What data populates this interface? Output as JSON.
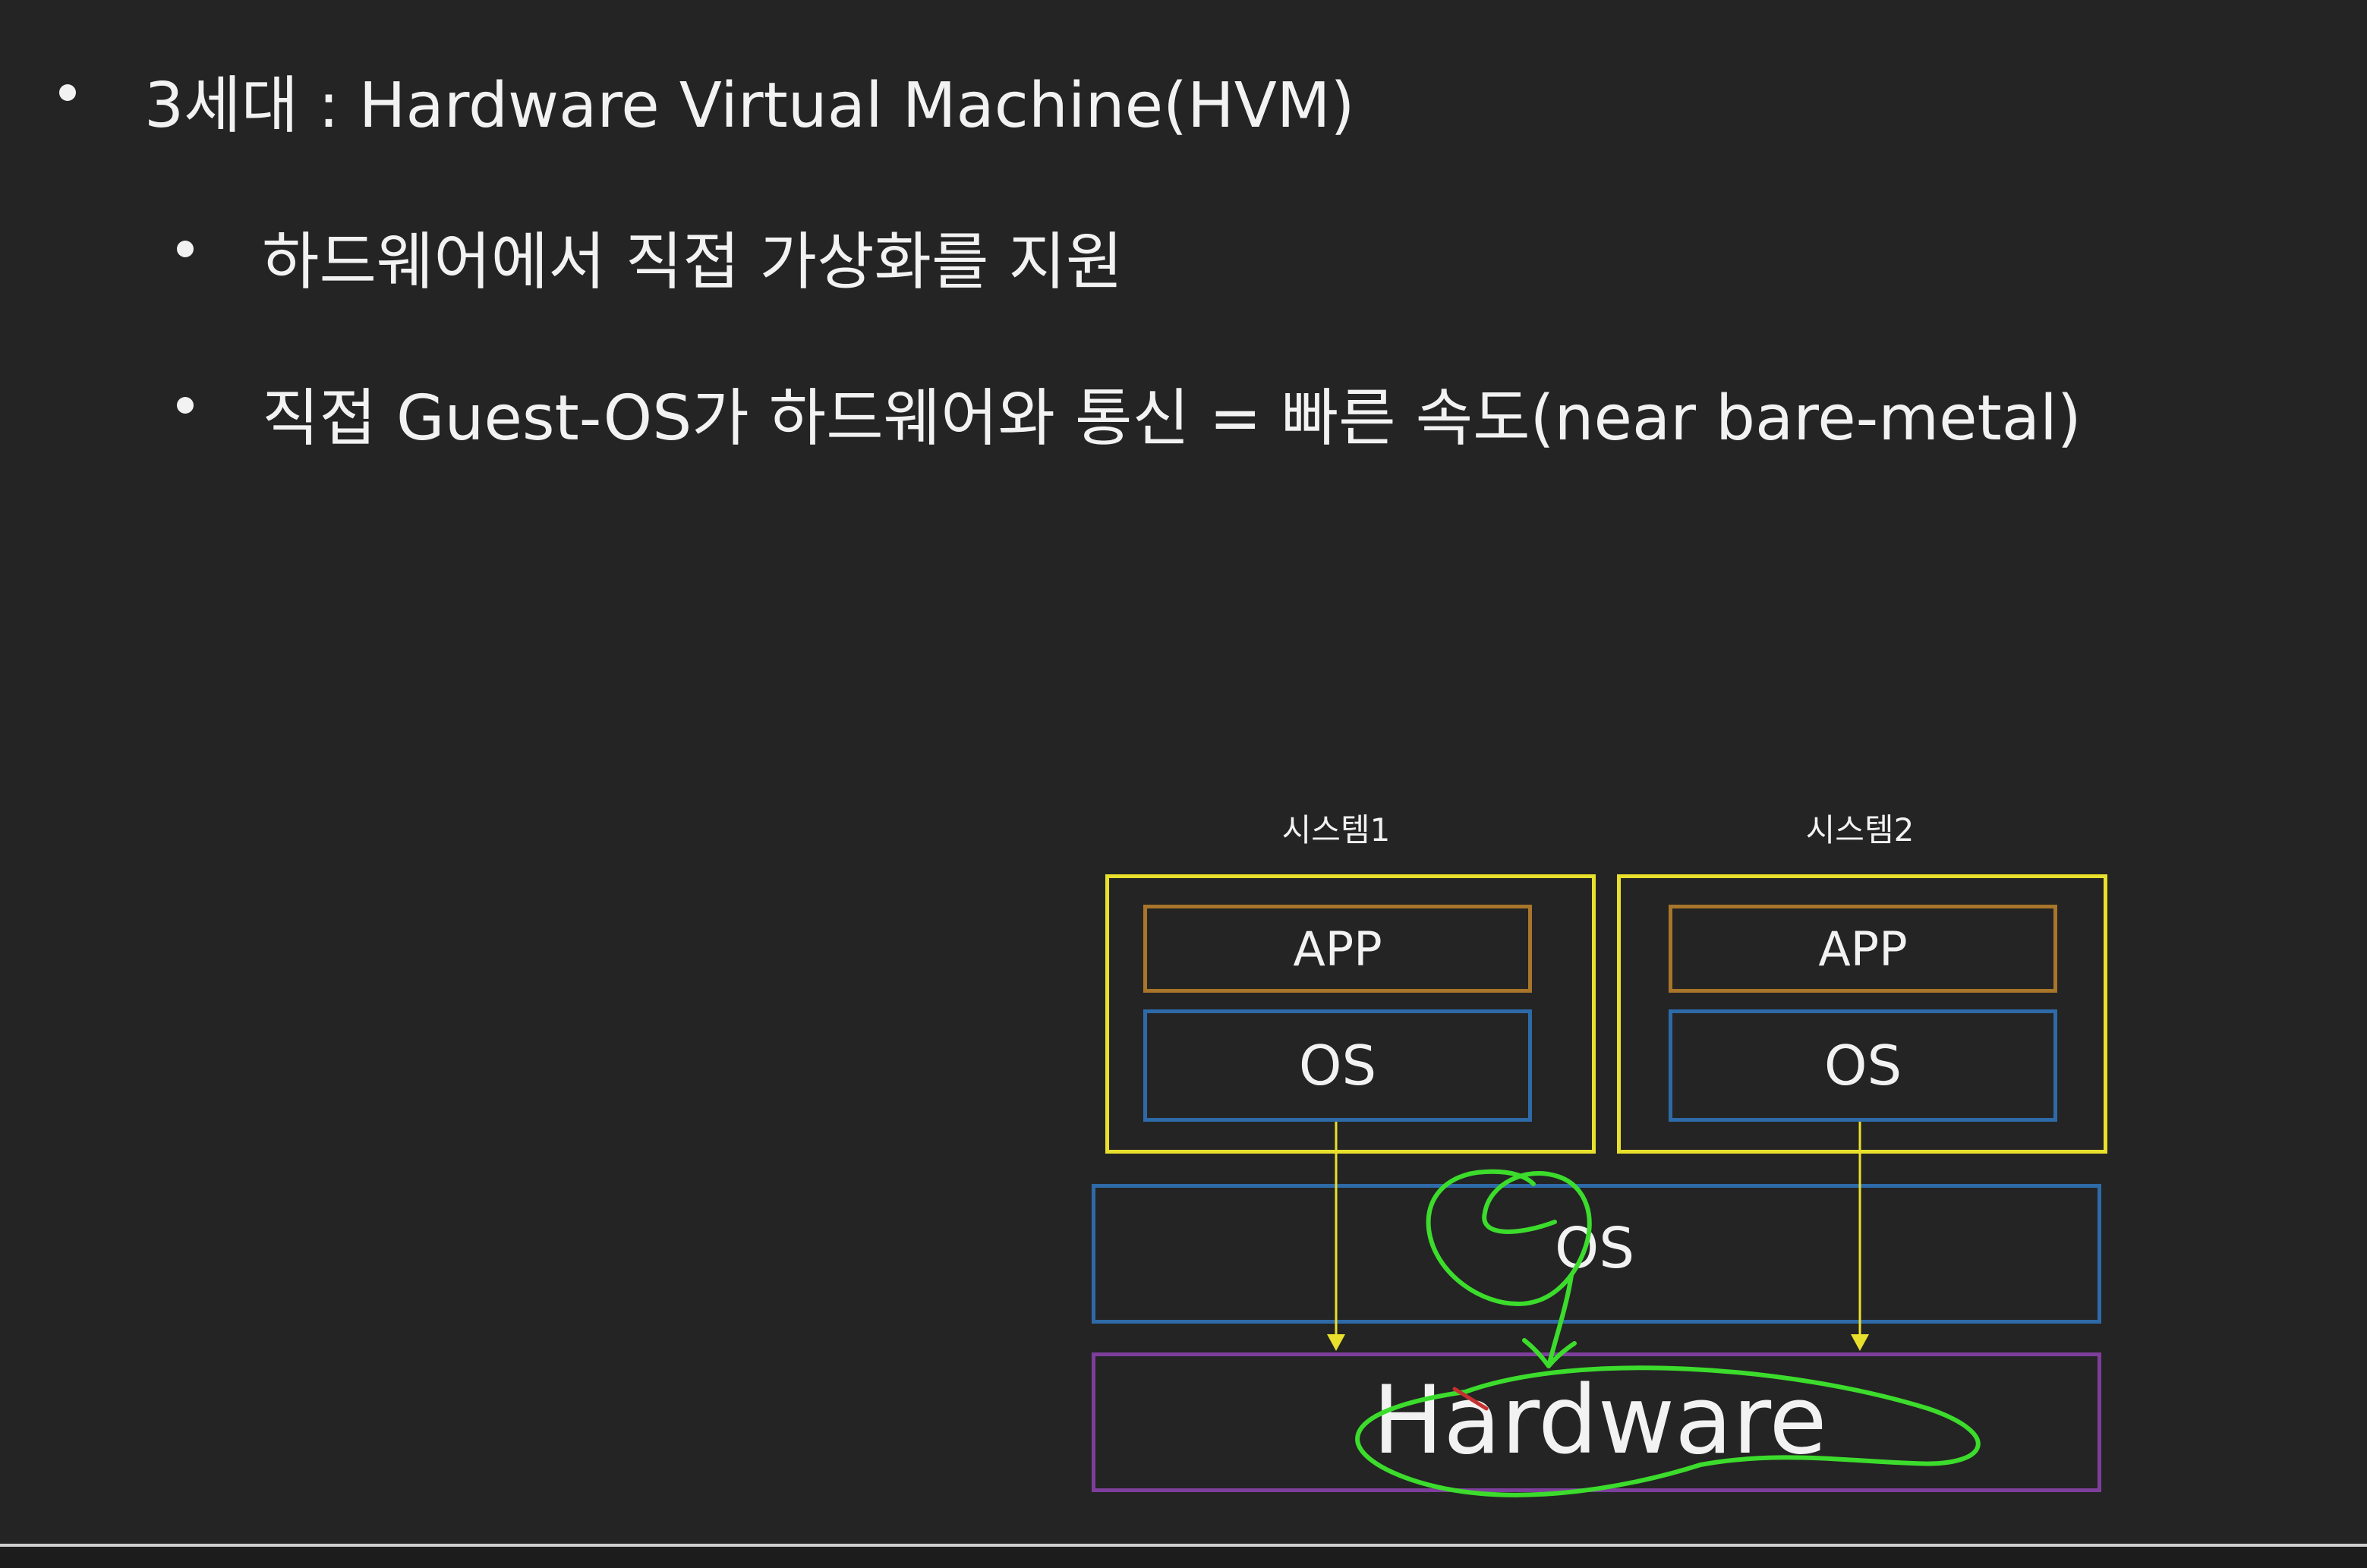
{
  "bullets": [
    {
      "text": "3세대 : Hardware Virtual Machine(HVM)"
    },
    {
      "text": "하드웨어에서 직접 가상화를 지원"
    },
    {
      "text": "직접 Guest-OS가 하드웨어와 통신 = 빠른 속도(near bare-metal)"
    }
  ],
  "diagram": {
    "system1": {
      "label": "시스템1",
      "app": "APP",
      "os": "OS"
    },
    "system2": {
      "label": "시스템2",
      "app": "APP",
      "os": "OS"
    },
    "host_os": "OS",
    "hardware": "Hardware"
  },
  "colors": {
    "background": "#242424",
    "system_border": "#e8e02c",
    "app_border": "#a8752a",
    "os_border": "#2e6aa8",
    "hardware_border": "#7d3e9c",
    "arrow": "#e8e02c",
    "annotation": "#3cdc2c"
  }
}
